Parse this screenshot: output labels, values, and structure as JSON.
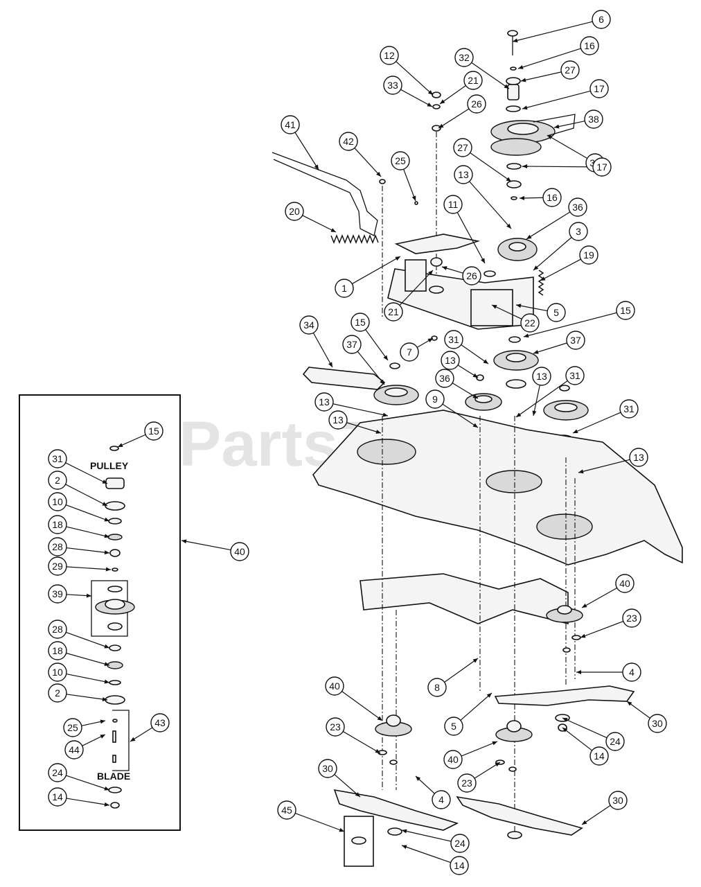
{
  "diagram": {
    "watermark": "PartsTree",
    "inset": {
      "pulley_label": "PULLEY",
      "blade_label": "BLADE",
      "group_number": "40",
      "callouts": [
        "15",
        "31",
        "2",
        "10",
        "18",
        "28",
        "29",
        "39",
        "28",
        "18",
        "10",
        "2",
        "25",
        "44",
        "43",
        "24",
        "14"
      ]
    },
    "callouts": [
      "6",
      "16",
      "27",
      "32",
      "12",
      "21",
      "33",
      "26",
      "17",
      "38",
      "35",
      "41",
      "42",
      "25",
      "27",
      "17",
      "13",
      "16",
      "20",
      "11",
      "36",
      "3",
      "19",
      "1",
      "26",
      "21",
      "22",
      "5",
      "34",
      "15",
      "7",
      "31",
      "37",
      "15",
      "13",
      "36",
      "37",
      "31",
      "9",
      "13",
      "31",
      "13",
      "13",
      "13",
      "40",
      "23",
      "4",
      "8",
      "30",
      "5",
      "40",
      "23",
      "24",
      "14",
      "30",
      "40",
      "23",
      "4",
      "30",
      "45",
      "24",
      "14"
    ]
  }
}
